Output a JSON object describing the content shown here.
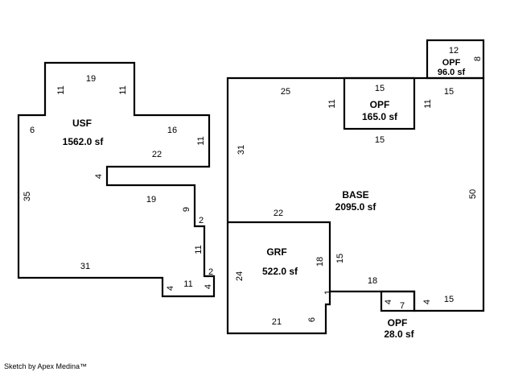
{
  "areas": {
    "usf": {
      "name": "USF",
      "area": "1562.0 sf"
    },
    "base": {
      "name": "BASE",
      "area": "2095.0 sf"
    },
    "grf": {
      "name": "GRF",
      "area": "522.0 sf"
    },
    "opf_top": {
      "name": "OPF",
      "area": "96.0 sf"
    },
    "opf_mid": {
      "name": "OPF",
      "area": "165.0 sf"
    },
    "opf_bottom": {
      "name": "OPF",
      "area": "28.0 sf"
    }
  },
  "dimensions": {
    "usf": [
      "19",
      "11",
      "11",
      "6",
      "16",
      "11",
      "22",
      "4",
      "35",
      "19",
      "9",
      "2",
      "11",
      "2",
      "31",
      "4",
      "11",
      "4"
    ],
    "base": [
      "25",
      "31",
      "11",
      "15",
      "15",
      "11",
      "15",
      "50",
      "22",
      "15",
      "18",
      "4",
      "15"
    ],
    "grf": [
      "18",
      "24",
      "21",
      "6",
      "1"
    ],
    "opf_top": [
      "12",
      "8"
    ],
    "opf_bottom": [
      "4",
      "7"
    ]
  },
  "footer": "Sketch by Apex Medina™"
}
